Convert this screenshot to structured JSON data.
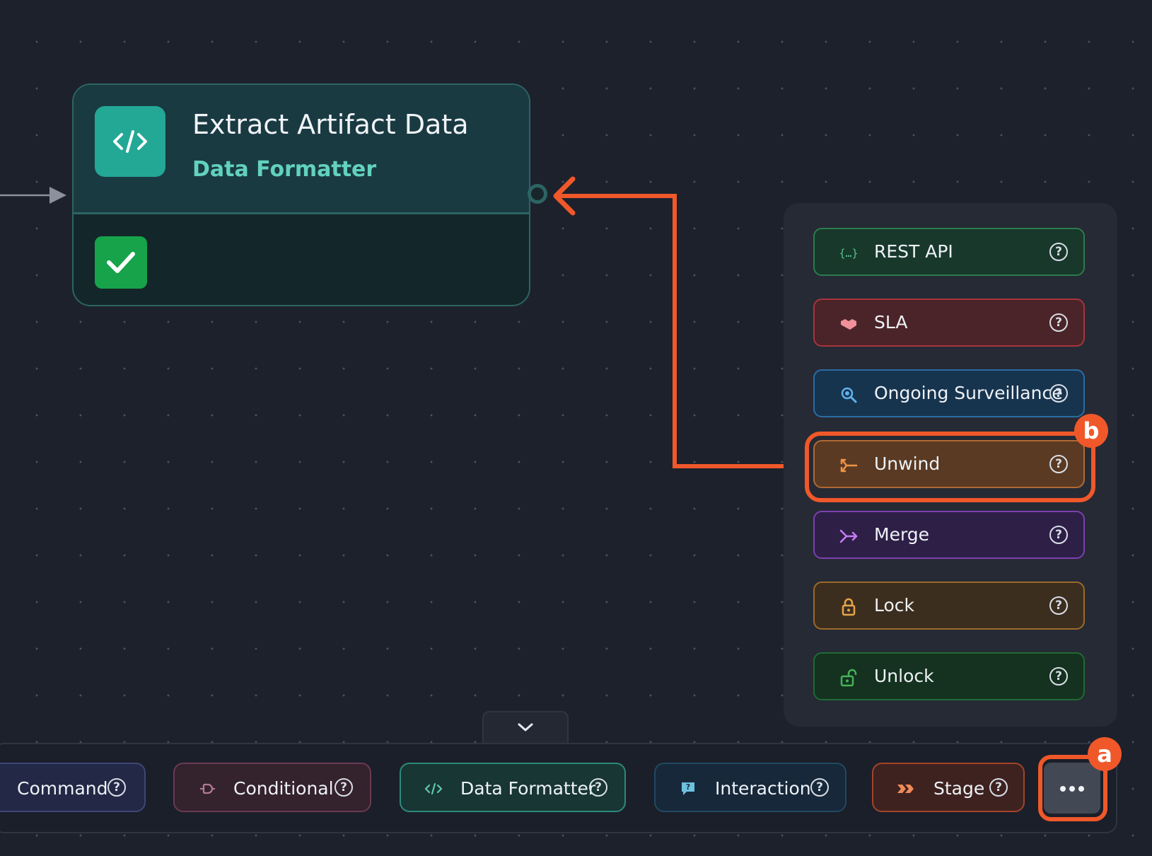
{
  "node": {
    "title": "Extract Artifact Data",
    "subtitle": "Data Formatter",
    "icon": "code-icon",
    "status_icon": "checkmark-icon"
  },
  "panel": {
    "items": [
      {
        "label": "REST API",
        "icon": "curly-braces-icon",
        "bg": "#18382c",
        "border": "#2d7a4d",
        "icon_color": "#55c48a"
      },
      {
        "label": "SLA",
        "icon": "handshake-icon",
        "bg": "#4a2428",
        "border": "#a8343c",
        "icon_color": "#f0909a"
      },
      {
        "label": "Ongoing Surveillance",
        "icon": "magnifier-icon",
        "bg": "#17344f",
        "border": "#2a6ca3",
        "icon_color": "#5fb2ee"
      },
      {
        "label": "Unwind",
        "icon": "unwind-arrows-icon",
        "bg": "#5a3a23",
        "border": "#b06a34",
        "icon_color": "#ef9445"
      },
      {
        "label": "Merge",
        "icon": "merge-arrows-icon",
        "bg": "#2e1f47",
        "border": "#7d3fb0",
        "icon_color": "#c57df2"
      },
      {
        "label": "Lock",
        "icon": "lock-icon",
        "bg": "#3c2e1f",
        "border": "#9a6a2a",
        "icon_color": "#e6a64a"
      },
      {
        "label": "Unlock",
        "icon": "unlock-icon",
        "bg": "#14321f",
        "border": "#1f6a34",
        "icon_color": "#45b25a"
      }
    ]
  },
  "bottom": {
    "items": [
      {
        "label": "Command",
        "icon": "",
        "bg": "#232846",
        "border": "#3e4677"
      },
      {
        "label": "Conditional",
        "icon": "plug-icon",
        "bg": "#34222d",
        "border": "#6a3a52",
        "icon_color": "#b07a92"
      },
      {
        "label": "Data Formatter",
        "icon": "code-icon",
        "bg": "#183633",
        "border": "#2c8a7b",
        "icon_color": "#5ec9b4"
      },
      {
        "label": "Interaction",
        "icon": "speech-bubble-icon",
        "bg": "#17283a",
        "border": "#1f4a62",
        "icon_color": "#6dc1e0"
      },
      {
        "label": "Stage",
        "icon": "chevrons-right-icon",
        "bg": "#3e2220",
        "border": "#a2442a",
        "icon_color": "#f08a5a"
      }
    ],
    "more_icon": "more-dots-icon",
    "collapse_icon": "chevron-down-icon"
  },
  "annotations": {
    "a": "a",
    "b": "b",
    "color": "#f0582a"
  },
  "help_glyph": "?"
}
